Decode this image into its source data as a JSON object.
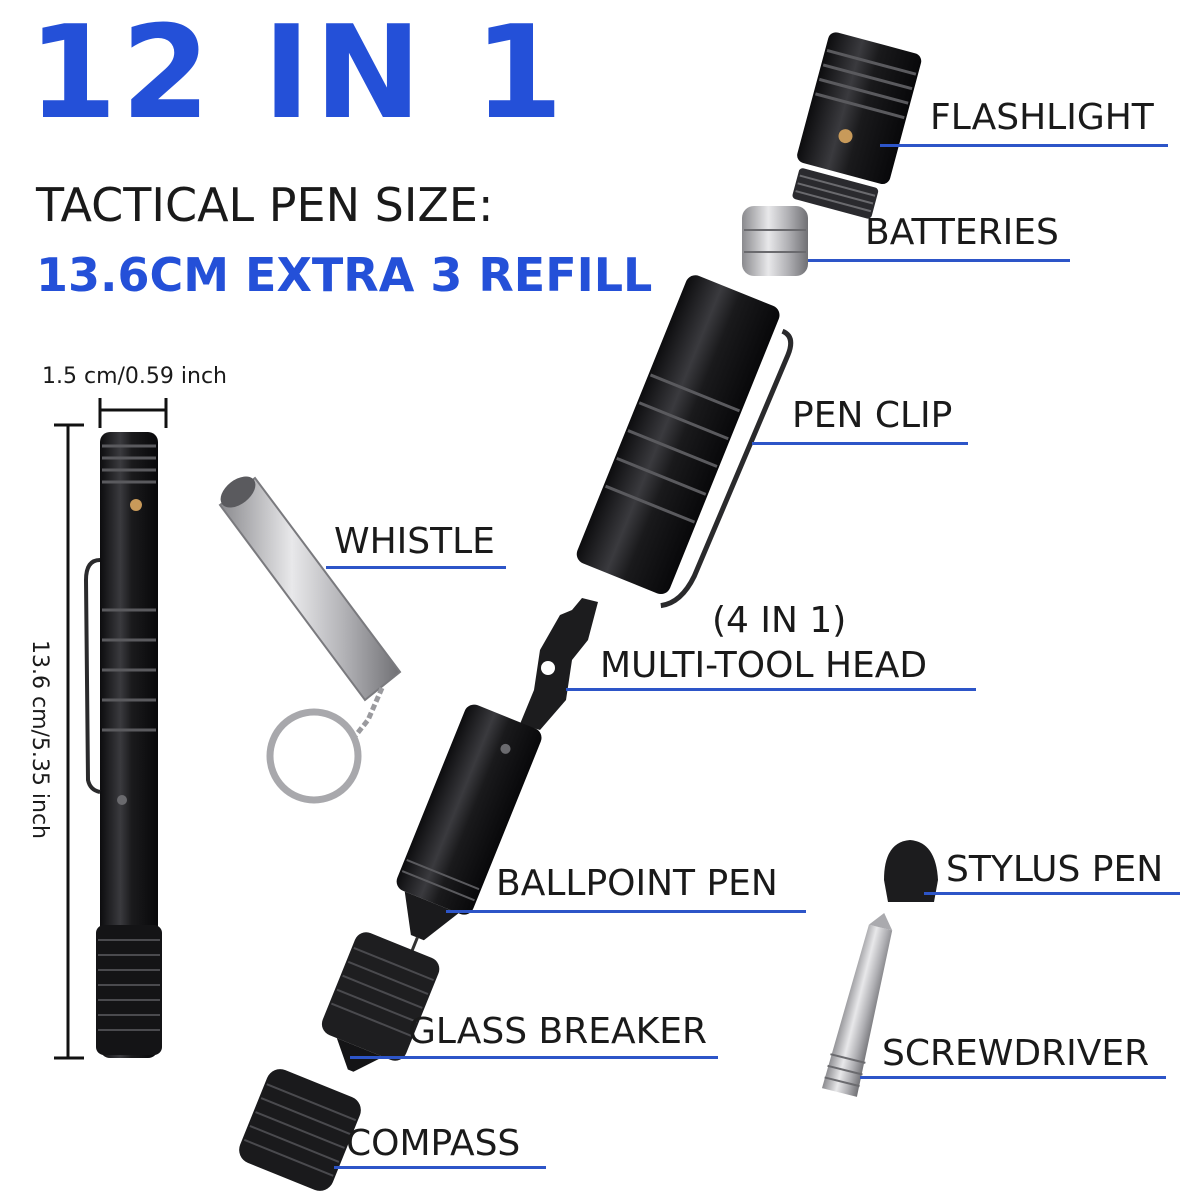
{
  "headline": "12 IN 1",
  "size_line": "TACTICAL PEN SIZE:",
  "refill_line": "13.6CM EXTRA 3 REFILL",
  "dimensions": {
    "width": "1.5 cm/0.59 inch",
    "length": "13.6 cm/5.35 inch"
  },
  "labels": {
    "flashlight": "FLASHLIGHT",
    "batteries": "BATTERIES",
    "pen_clip": "PEN CLIP",
    "whistle": "WHISTLE",
    "multi_tool_count": "(4 IN 1)",
    "multi_tool_head": "MULTI-TOOL HEAD",
    "ballpoint_pen": "BALLPOINT PEN",
    "stylus_pen": "STYLUS PEN",
    "glass_breaker": "GLASS BREAKER",
    "screwdriver": "SCREWDRIVER",
    "compass": "COMPASS"
  },
  "colors": {
    "accent_blue": "#2450d8",
    "underline_blue": "#2d55c8",
    "metal_dark": "#1b1b1d",
    "metal_silver": "#b8b8bc"
  },
  "icons": {
    "pen": "tactical-pen-icon",
    "whistle": "whistle-keychain-icon",
    "flashlight": "flashlight-head-icon",
    "batteries": "battery-icon",
    "stylus": "stylus-tip-icon",
    "screwdriver": "screwdriver-bit-icon"
  }
}
